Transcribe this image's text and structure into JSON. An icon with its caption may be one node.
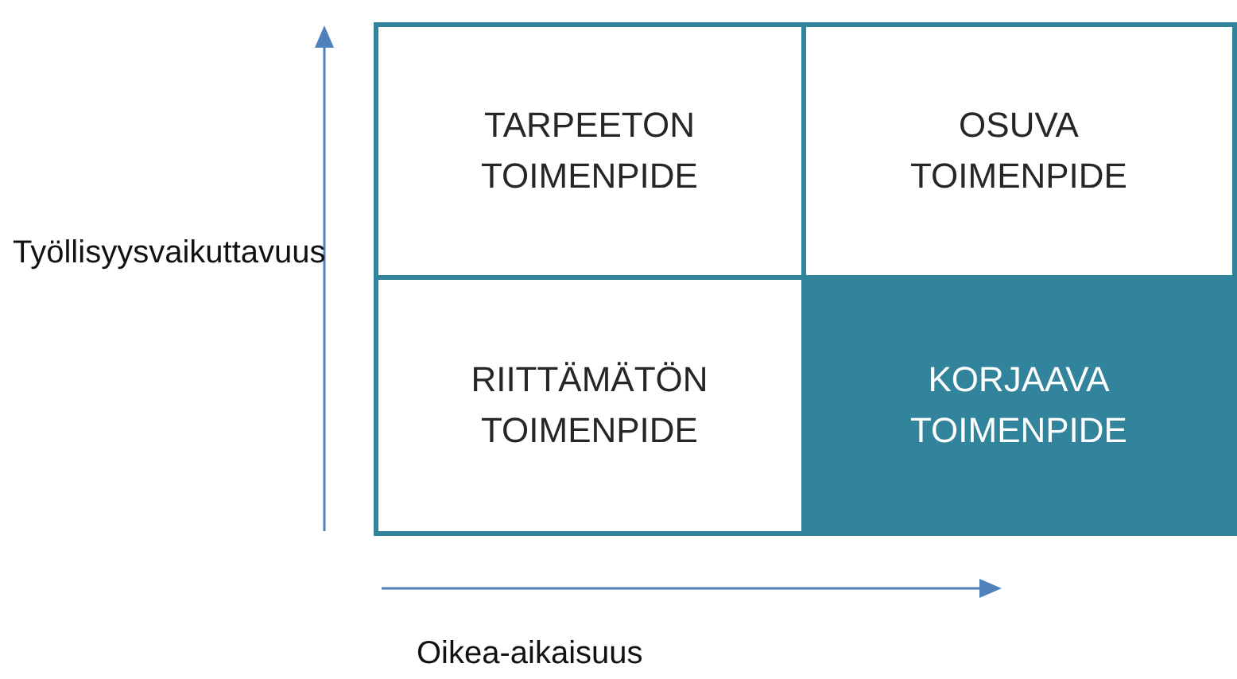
{
  "diagram": {
    "nodes": [
      {
        "text": [
          "TARPEETON TOIMENPIDE"
        ]
      },
      {
        "text": [
          "OSUVA TOIMENPIDE"
        ]
      },
      {
        "text": [
          "RIITTÄMÄTÖN TOIMENPIDE"
        ]
      },
      {
        "text": [
          "KORJAAVA TOIMENPIDE"
        ]
      }
    ],
    "labels": [
      "Työllisyysvaikuttavuus",
      "Oikea-aikaisuus"
    ]
  }
}
